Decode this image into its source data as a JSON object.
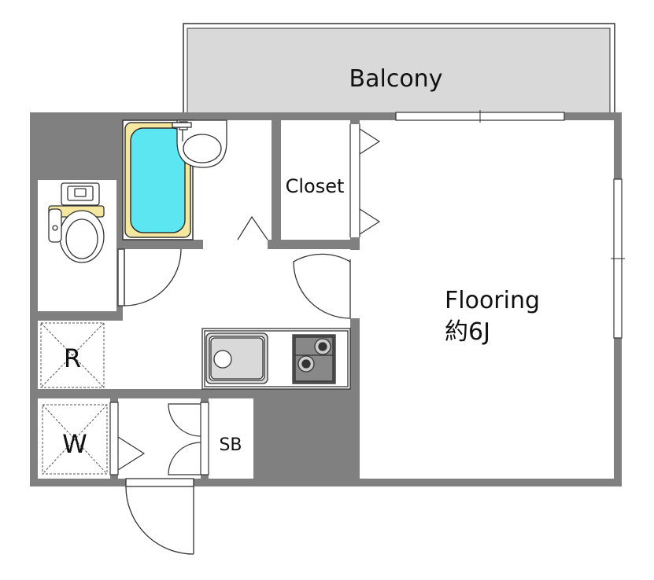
{
  "labels": {
    "balcony": "Balcony",
    "closet": "Closet",
    "flooring": "Flooring",
    "flooring_size": "約6J",
    "refrigerator": "R",
    "washer": "W",
    "shoe_box": "SB"
  },
  "colors": {
    "wall": "#808080",
    "balcony_fill": "#d9d9d9",
    "bathtub_water": "#5ce6f2",
    "bathtub_rim": "#f4e8a0",
    "outline": "#111111",
    "background": "#ffffff"
  }
}
